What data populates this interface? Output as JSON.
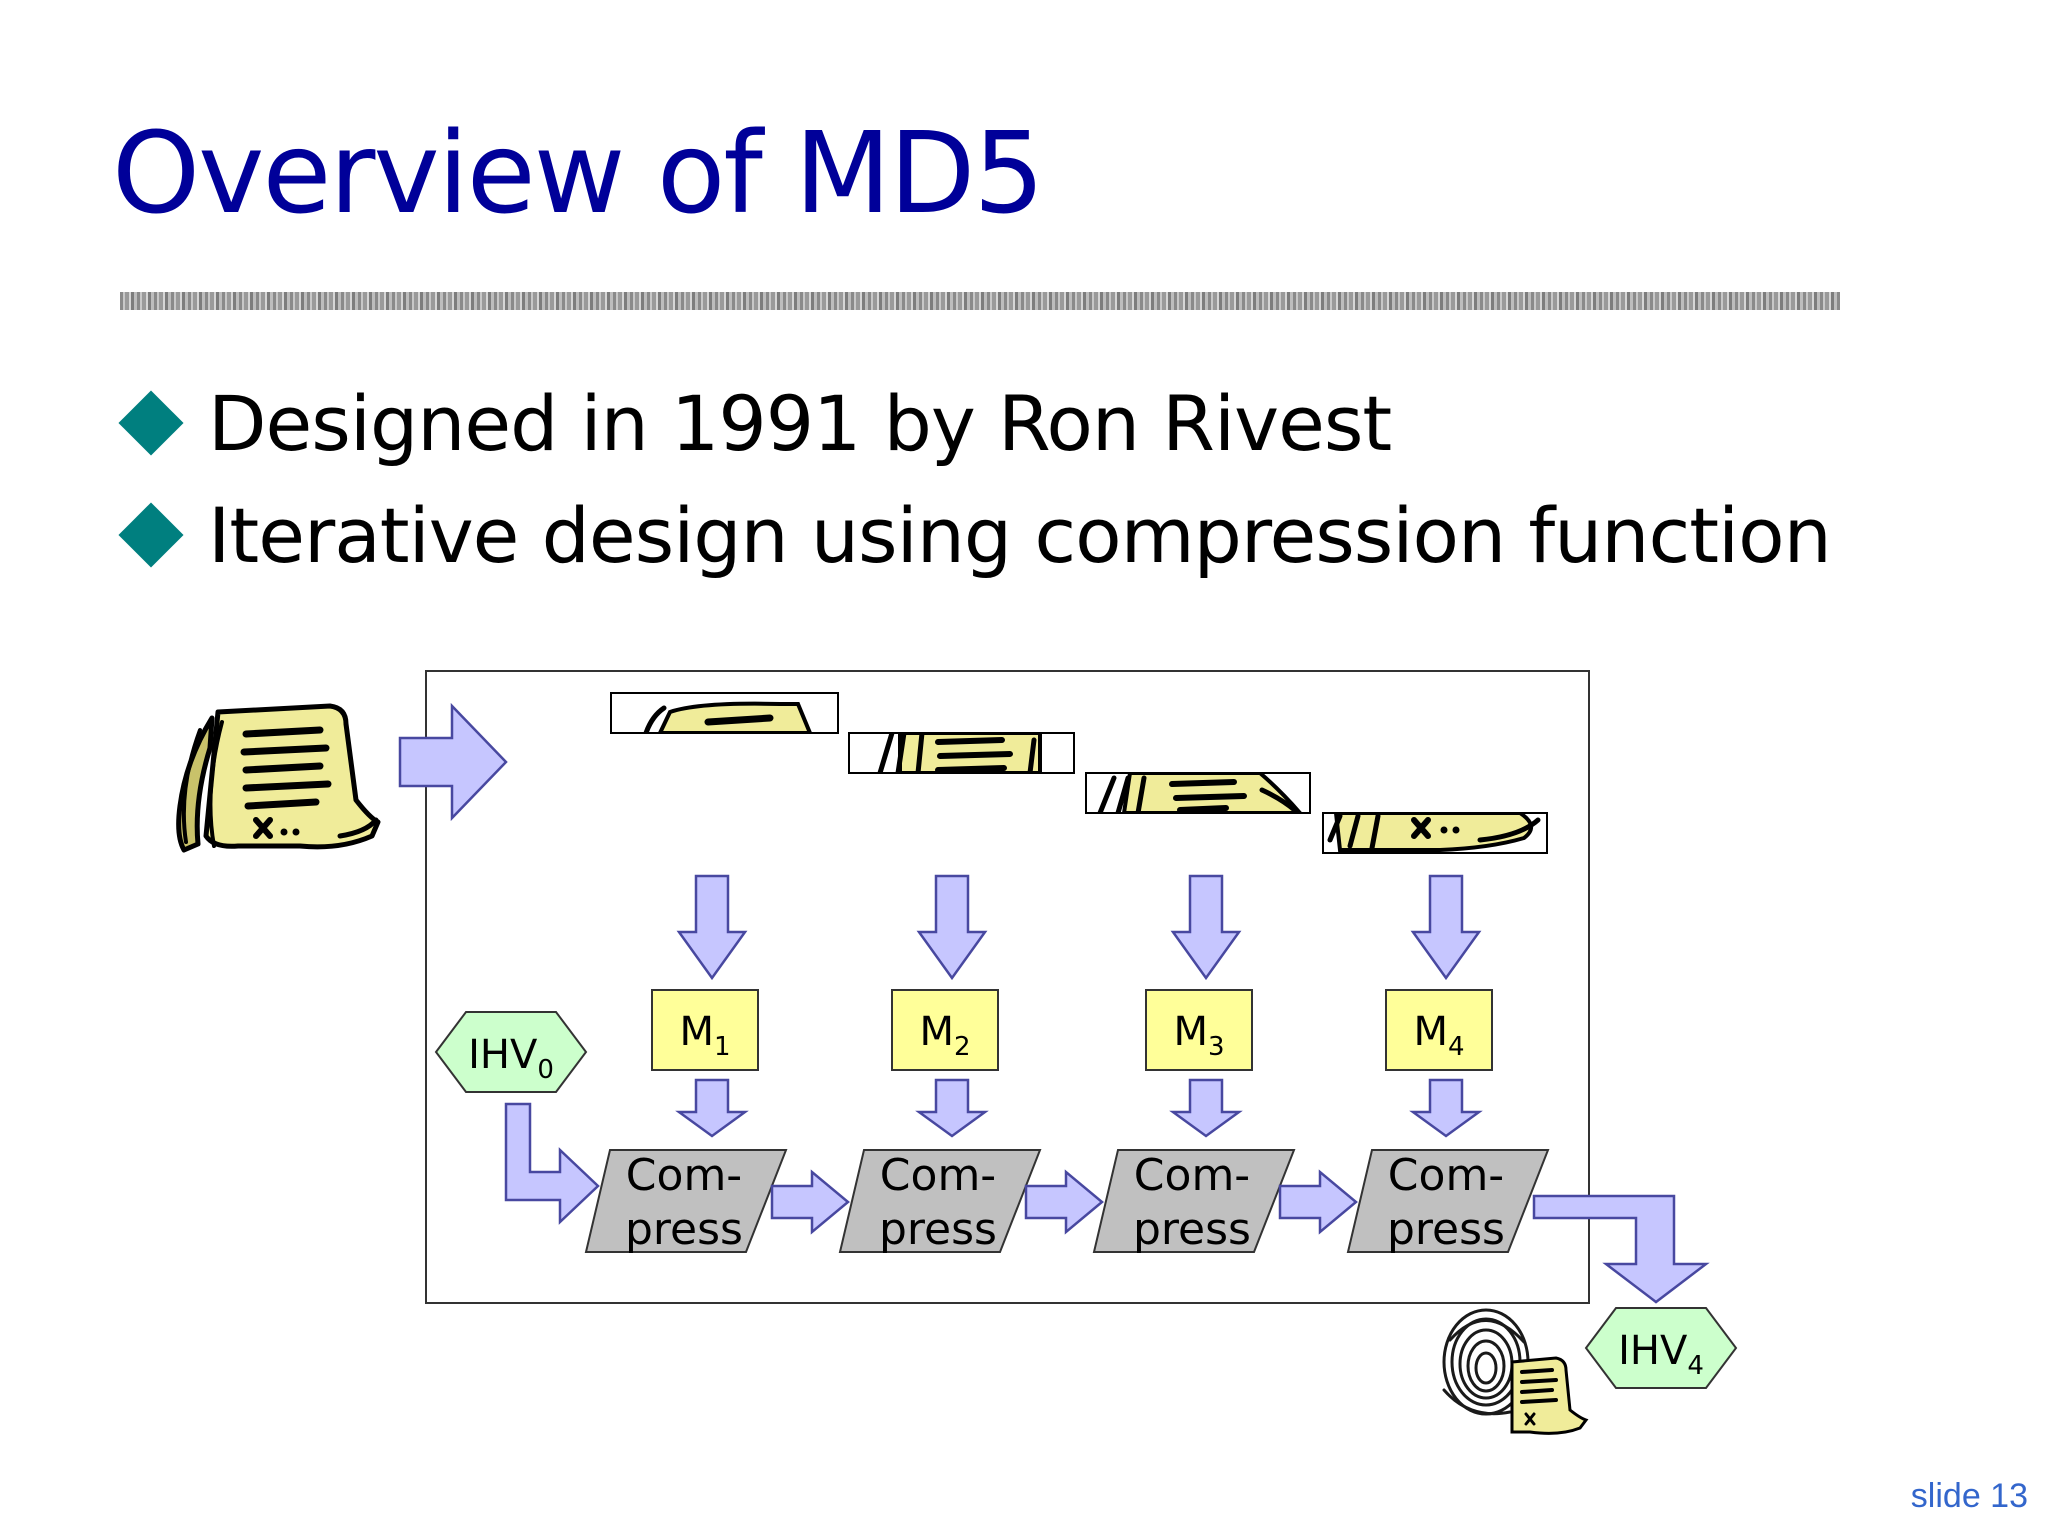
{
  "slide": {
    "title": "Overview of MD5",
    "bullets": [
      "Designed in 1991 by Ron Rivest",
      "Iterative design using compression function"
    ],
    "slide_number": "slide 13"
  },
  "diagram": {
    "ihv_start": {
      "base": "IHV",
      "sub": "0"
    },
    "ihv_end": {
      "base": "IHV",
      "sub": "4"
    },
    "message_blocks": [
      {
        "base": "M",
        "sub": "1"
      },
      {
        "base": "M",
        "sub": "2"
      },
      {
        "base": "M",
        "sub": "3"
      },
      {
        "base": "M",
        "sub": "4"
      }
    ],
    "compress_label": {
      "line1": "Com-",
      "line2": "press"
    },
    "colors": {
      "arrow_fill": "#c6c6ff",
      "arrow_stroke": "#4848a0",
      "message_fill": "#ffff99",
      "ihv_fill": "#ccffcc",
      "compress_fill": "#c0c0c0",
      "paper_fill": "#f0ec9a"
    },
    "icons": [
      "document-scroll-icon",
      "fingerprint-document-icon"
    ]
  }
}
